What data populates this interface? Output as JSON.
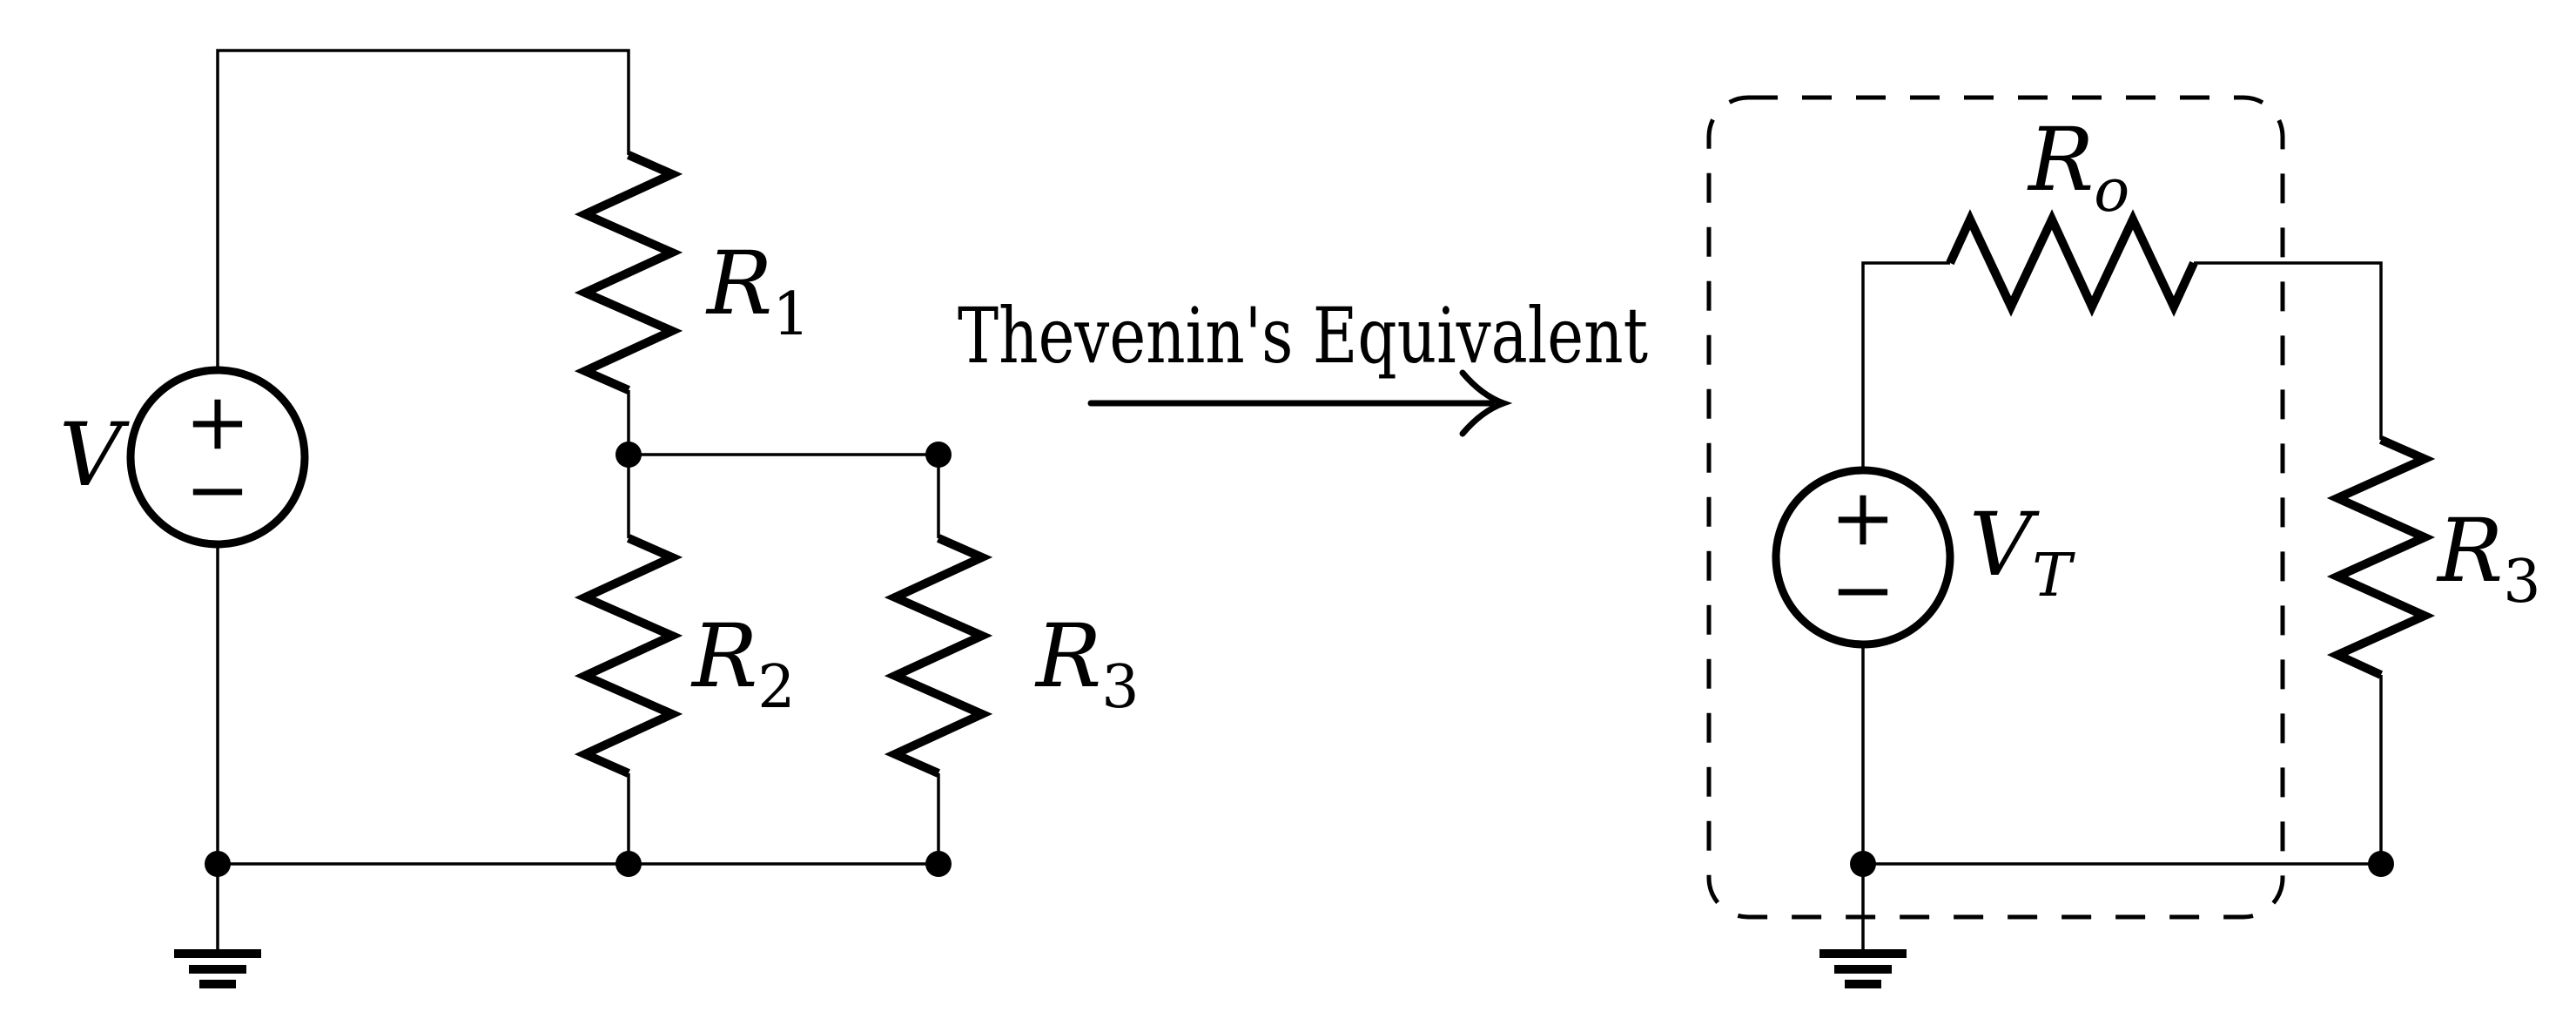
{
  "colors": {
    "ink": "#000000",
    "background": "#ffffff"
  },
  "arrow": {
    "label": "Thevenin's Equivalent"
  },
  "left": {
    "source": {
      "label": "V",
      "plus": "+",
      "minus": "−"
    },
    "r1": {
      "base": "R",
      "sub": "1"
    },
    "r2": {
      "base": "R",
      "sub": "2"
    },
    "r3": {
      "base": "R",
      "sub": "3"
    }
  },
  "right": {
    "source": {
      "base": "V",
      "sub": "T",
      "plus": "+",
      "minus": "−"
    },
    "ro": {
      "base": "R",
      "sub": "o"
    },
    "r3": {
      "base": "R",
      "sub": "3"
    }
  }
}
